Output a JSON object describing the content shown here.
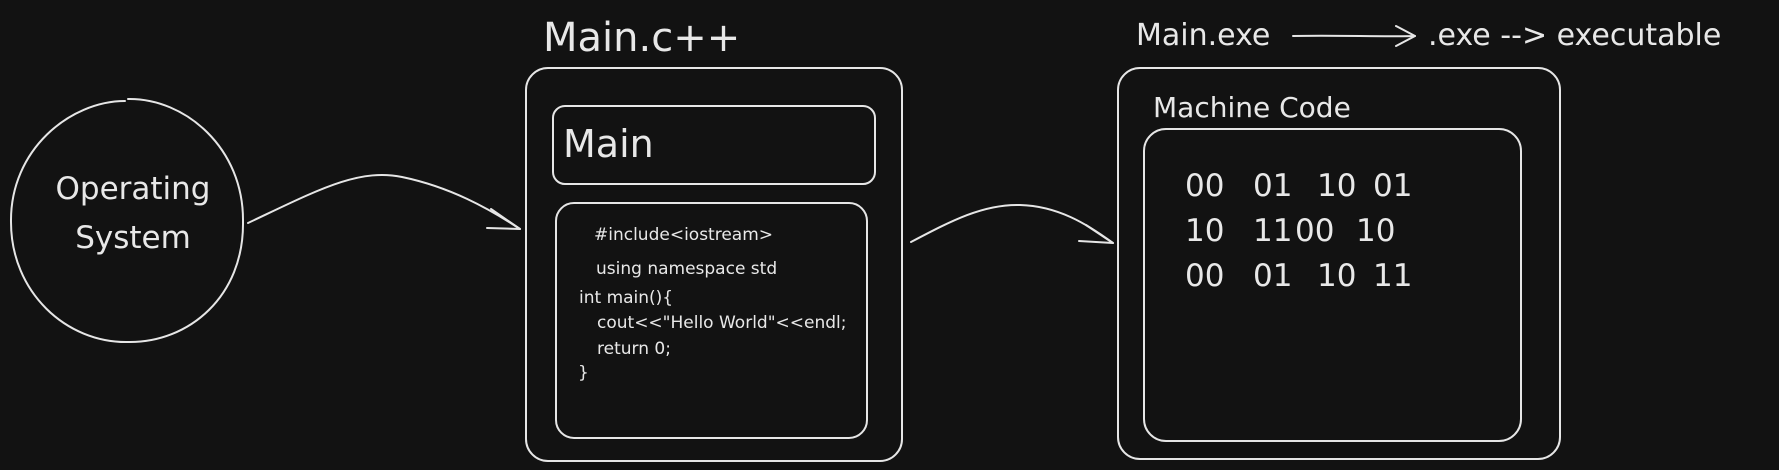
{
  "colors": {
    "background": "#121212",
    "stroke": "#e6e6e6",
    "text": "#e8e8e8"
  },
  "os_node": {
    "line1": "Operating",
    "line2": "System"
  },
  "source_file": {
    "title": "Main.c++",
    "header_label": "Main",
    "code_lines": [
      "#include<iostream>",
      "using namespace std",
      "int main(){",
      "cout<<\"Hello World\"<<endl;",
      "return 0;",
      "}"
    ]
  },
  "binary_file": {
    "filename": "Main.exe",
    "extension_note": ".exe --> executable",
    "section_label": "Machine Code",
    "rows": [
      [
        "00",
        "01",
        "10",
        "01"
      ],
      [
        "10",
        "11",
        "00",
        "10"
      ],
      [
        "00",
        "01",
        "10",
        "11"
      ]
    ]
  }
}
